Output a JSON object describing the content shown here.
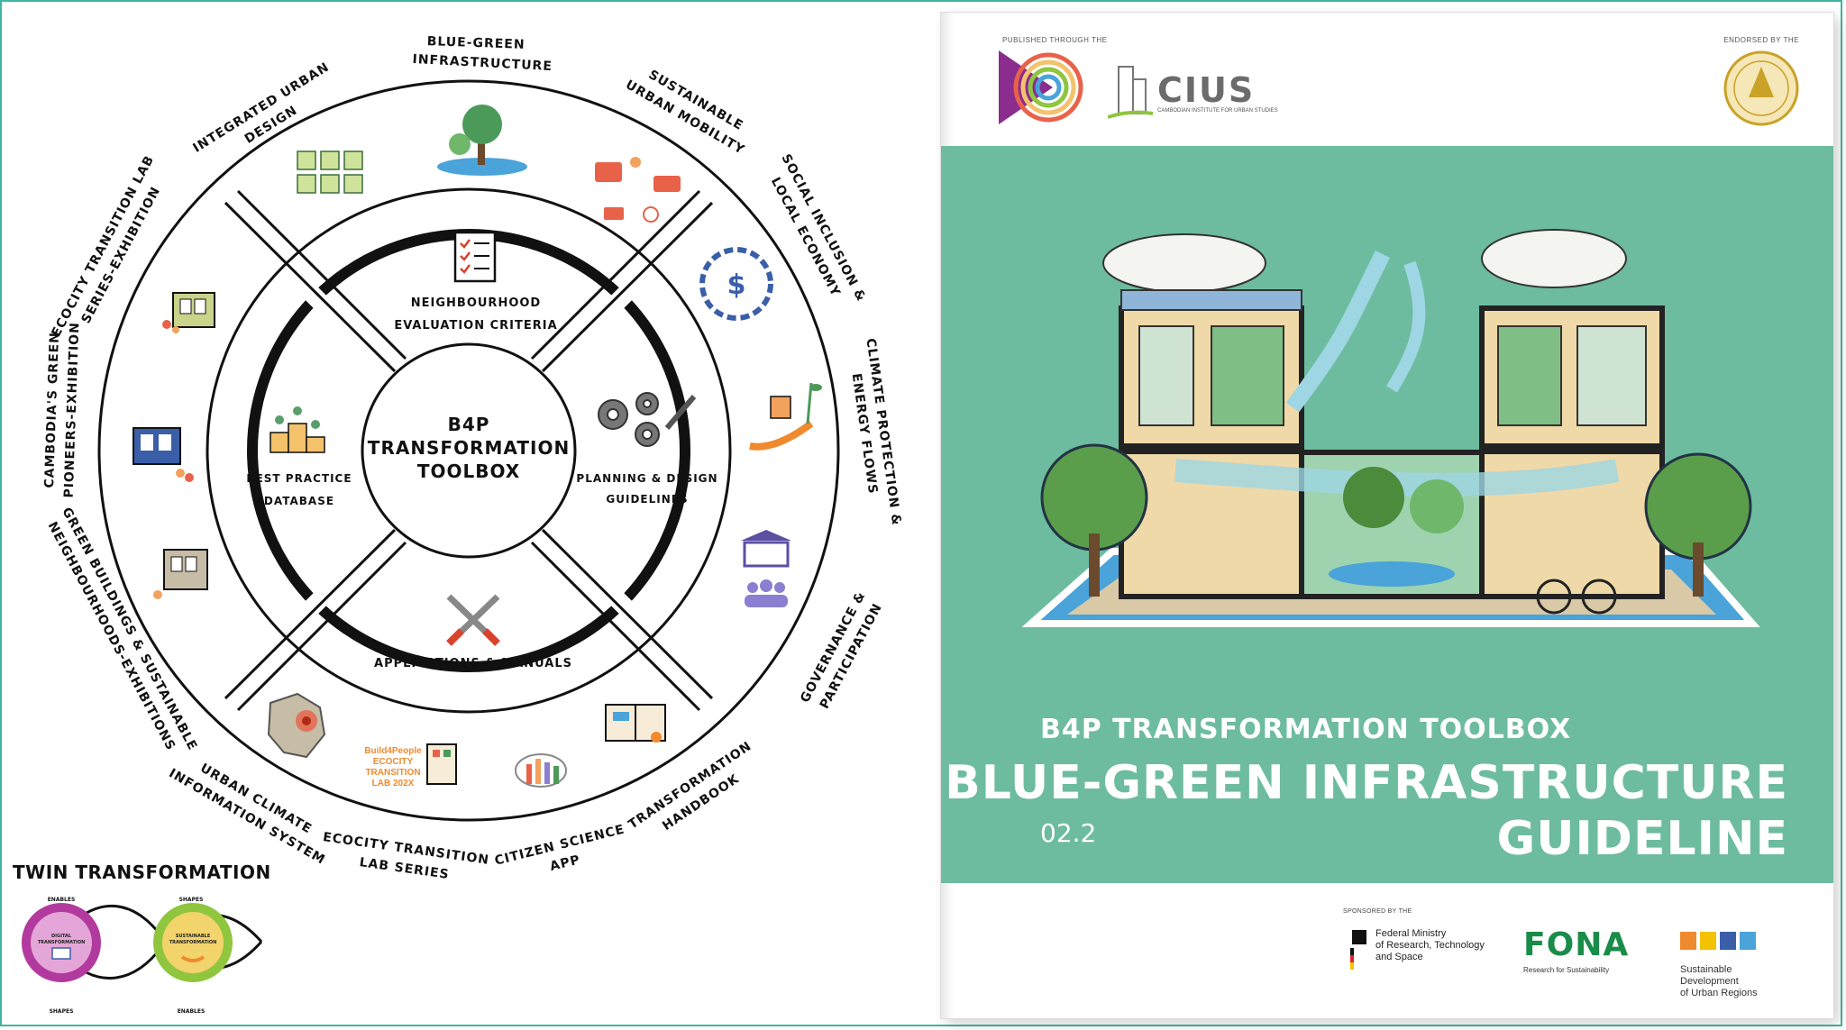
{
  "left": {
    "center": [
      "B4P",
      "TRANSFORMATION",
      "TOOLBOX"
    ],
    "inner": {
      "top": [
        "NEIGHBOURHOOD",
        "EVALUATION CRITERIA"
      ],
      "right": [
        "PLANNING & DESIGN",
        "GUIDELINES"
      ],
      "bottom": [
        "APPLICATIONS & MANUALS"
      ],
      "left": [
        "BEST PRACTICE",
        "DATABASE"
      ]
    },
    "outer_topics": {
      "integrated_urban_design": [
        "INTEGRATED URBAN",
        "DESIGN"
      ],
      "blue_green": [
        "BLUE-GREEN",
        "INFRASTRUCTURE"
      ],
      "mobility": [
        "SUSTAINABLE",
        "URBAN MOBILITY"
      ],
      "social": [
        "SOCIAL INCLUSION &",
        "LOCAL ECONOMY"
      ],
      "climate": [
        "CLIMATE PROTECTION &",
        "ENERGY FLOWS"
      ],
      "governance": [
        "GOVERNANCE &",
        "PARTICIPATION"
      ],
      "handbook": [
        "TRANSFORMATION",
        "HANDBOOK"
      ],
      "citizen": [
        "CITIZEN SCIENCE",
        "APP"
      ],
      "lab": [
        "ECOCITY TRANSITION",
        "LAB SERIES"
      ],
      "uc_info": [
        "URBAN CLIMATE",
        "INFORMATION SYSTEM"
      ],
      "green_buildings": [
        "GREEN BUILDINGS & SUSTAINABLE",
        "NEIGHBOURHOODS-EXHIBITIONS"
      ],
      "pioneers": [
        "CAMBODIA'S GREEN",
        "PIONEERS-EXHIBITION"
      ],
      "lab_exhibition": [
        "ECOCITY TRANSITION LAB",
        "SERIES-EXHIBITION"
      ]
    },
    "lab_poster": [
      "Build4People",
      "ECOCITY",
      "TRANSITION",
      "LAB 202X"
    ],
    "twin": {
      "title": "TWIN TRANSFORMATION",
      "digital": [
        "DIGITAL",
        "TRANSFORMATION"
      ],
      "sustainable": [
        "SUSTAINABLE",
        "TRANSFORMATION"
      ],
      "enables": "ENABLES",
      "shapes": "SHAPES"
    }
  },
  "cover": {
    "published_label": "PUBLISHED THROUGH THE",
    "endorsed_label": "ENDORSED BY THE",
    "cius": "CIUS",
    "cius_sub": "CAMBODIAN INSTITUTE FOR URBAN STUDIES",
    "toolbox_title": "B4P TRANSFORMATION TOOLBOX",
    "main_title_1": "BLUE-GREEN INFRASTRUCTURE",
    "main_title_2": "GUIDELINE",
    "issue": "02.2",
    "sponsored_label": "SPONSORED BY THE",
    "bmftr": [
      "Federal Ministry",
      "of Research, Technology",
      "and Space"
    ],
    "fona": "FONA",
    "fona_sub": "Research for Sustainability",
    "surf": [
      "Sustainable",
      "Development",
      "of Urban Regions"
    ]
  },
  "colors": {
    "frame": "#3fb6a0",
    "cover_green": "#6dbca0",
    "ink": "#111111"
  }
}
